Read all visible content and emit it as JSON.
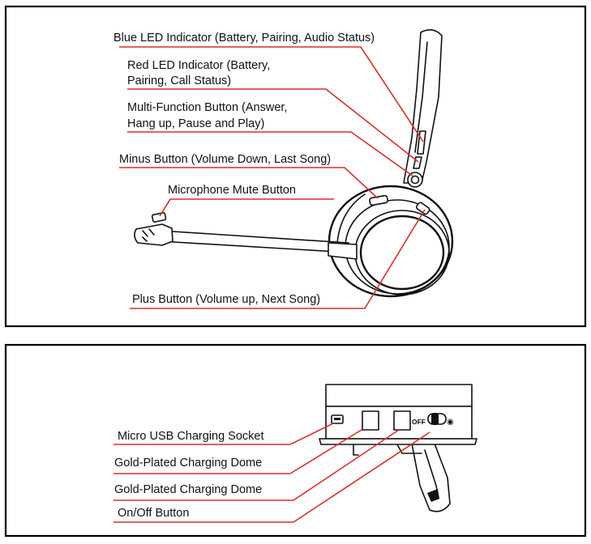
{
  "headset_panel": {
    "labels": {
      "blue_led": "Blue LED Indicator (Battery, Pairing, Audio Status)",
      "red_led_1": "Red LED Indicator (Battery,",
      "red_led_2": "Pairing, Call Status)",
      "mfb_1": "Multi-Function Button (Answer,",
      "mfb_2": "Hang up, Pause and Play)",
      "minus": "Minus Button (Volume Down, Last Song)",
      "mute": "Microphone Mute Button",
      "plus": "Plus Button (Volume up, Next Song)"
    }
  },
  "base_panel": {
    "labels": {
      "usb": "Micro USB Charging Socket",
      "dome_1": "Gold-Plated Charging Dome",
      "dome_2": "Gold-Plated Charging Dome",
      "onoff": "On/Off Button"
    },
    "switch_text": "OFF",
    "switch_on_glyph": "◉"
  },
  "colors": {
    "leader": "#d6302b",
    "ink": "#111111",
    "frame": "#000000"
  }
}
